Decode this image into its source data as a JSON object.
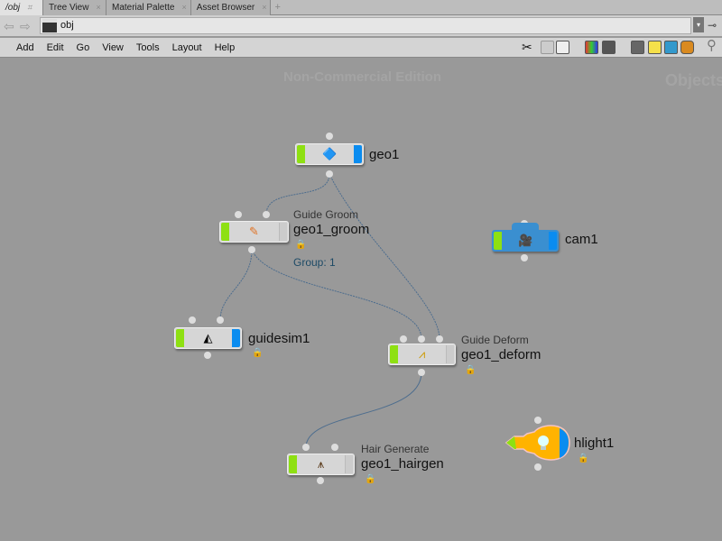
{
  "tabs": [
    {
      "label": "/obj"
    },
    {
      "label": "Tree View"
    },
    {
      "label": "Material Palette"
    },
    {
      "label": "Asset Browser"
    }
  ],
  "path": {
    "value": "obj"
  },
  "menu": [
    "Add",
    "Edit",
    "Go",
    "View",
    "Tools",
    "Layout",
    "Help"
  ],
  "watermark": {
    "edition": "Non-Commercial Edition",
    "context": "Objects"
  },
  "nodes": {
    "geo1": {
      "name": "geo1"
    },
    "groom": {
      "type": "Guide Groom",
      "name": "geo1_groom",
      "group": "Group: 1"
    },
    "guidesim": {
      "name": "guidesim1"
    },
    "deform": {
      "type": "Guide Deform",
      "name": "geo1_deform"
    },
    "hairgen": {
      "type": "Hair Generate",
      "name": "geo1_hairgen"
    },
    "cam": {
      "name": "cam1"
    },
    "light": {
      "name": "hlight1"
    }
  },
  "colors": {
    "display_flag": "#0a8cf0",
    "bypass_flag": "#8ee012",
    "camera": "#3a8fd0",
    "light": "#ffb300"
  }
}
